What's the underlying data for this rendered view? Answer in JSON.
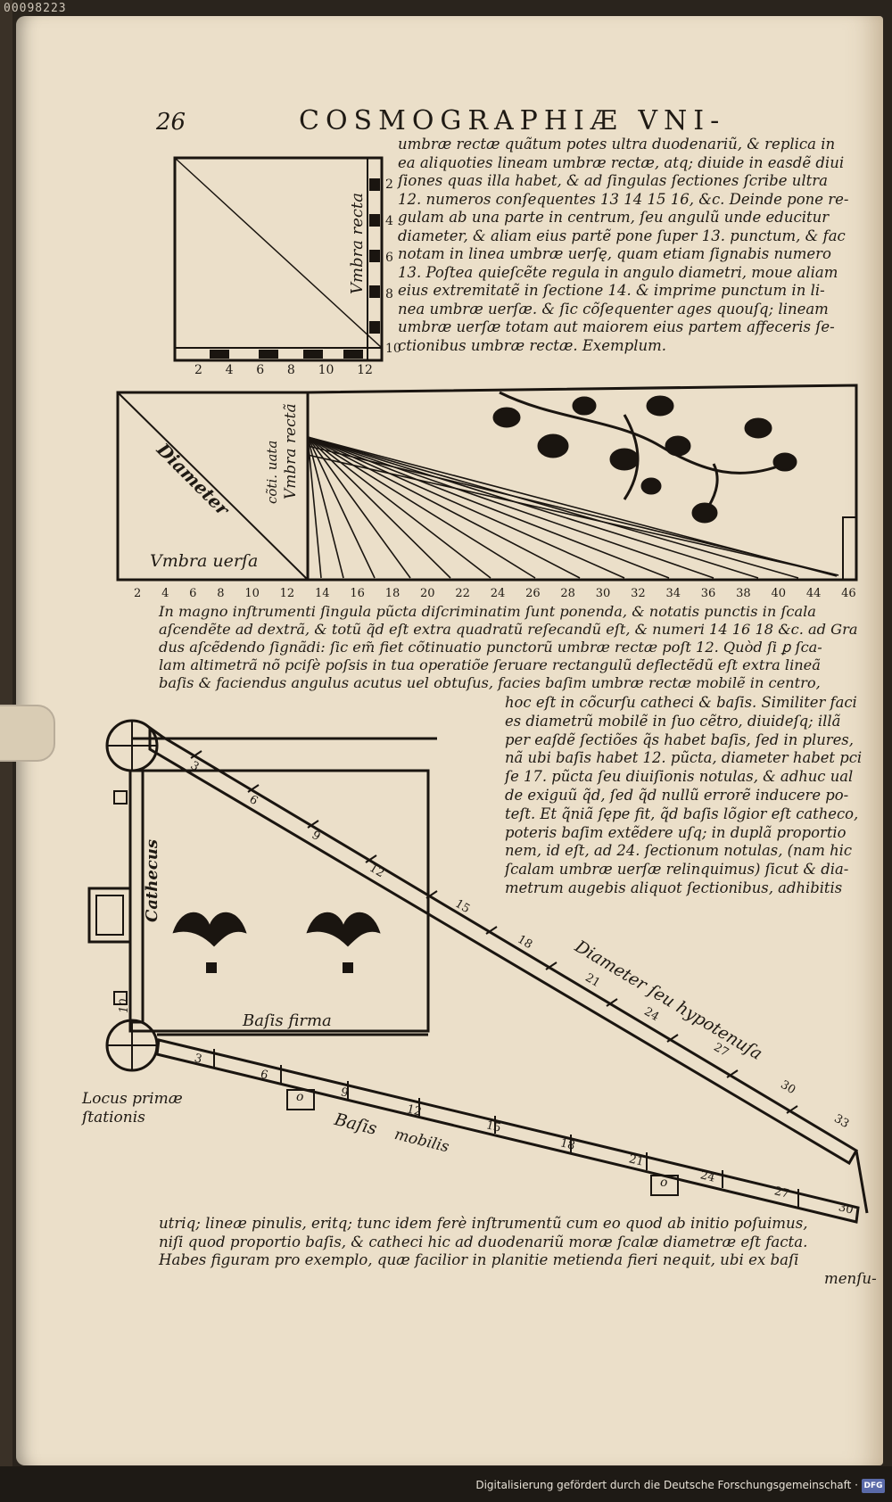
{
  "scan_id": "00098223",
  "page": {
    "folio": "26",
    "running_title": "COSMOGRAPHIÆ VNI-"
  },
  "fig1": {
    "label_side": "Vmbra recta",
    "bottom_numbers": [
      "2",
      "4",
      "6",
      "8",
      "10",
      "12"
    ]
  },
  "text1": {
    "line_numbers": [
      "2",
      "4",
      "6",
      "8",
      "10"
    ],
    "lines": [
      "umbræ rectæ quãtum potes ultra duodenariũ, & replica in",
      "ea aliquoties lineam umbræ rectæ, atq; diuide in easdẽ diui",
      "ſiones quas illa habet, & ad ſingulas ſectiones ſcribe ultra",
      "12. numeros conſequentes 13 14 15 16, &c. Deinde pone re-",
      "gulam ab una parte in centrum, ſeu angulũ unde educitur",
      "diameter, & aliam eius partẽ pone ſuper 13. punctum, & fac",
      "notam in linea umbræ uerſę, quam etiam ſignabis numero",
      "13. Poſtea quieſcẽte regula in angulo diametri, moue aliam",
      "eius extremitatẽ in ſectione 14. & imprime punctum in li-",
      "nea umbræ uerſæ. & ſic cõſequenter ages quouſq; lineam",
      "umbræ uerſæ totam aut maiorem eius partem affeceris ſe-",
      "ctionibus umbræ rectæ. Exemplum."
    ]
  },
  "fig2": {
    "label_diameter": "Diameter",
    "label_continuata_1": "Vmbra rectã",
    "label_continuata_2": "cõti. uata",
    "label_bottom": "Vmbra uerſa",
    "bottom_numbers": [
      "2",
      "4",
      "6",
      "8",
      "10",
      "12",
      "14",
      "16",
      "18",
      "20",
      "22",
      "24",
      "26",
      "28",
      "30",
      "32",
      "34",
      "36",
      "38",
      "40",
      "44",
      "46"
    ]
  },
  "text2": {
    "lines": [
      "In magno inſtrumenti ſingula pũcta diſcriminatim ſunt ponenda, & notatis punctis in ſcala",
      "aſcendẽte ad dextrã, & totũ q̃d eſt extra quadratũ reſecandũ eſt, & numeri 14 16 18 &c. ad Gra",
      "dus aſcẽdendo ſignãdi: ſic em̃ fiet cõtinuatio punctorũ umbræ rectæ poſt 12. Quòd ſi ꝑ ſca-",
      "lam altimetrã nõ pciſè poſsis in tua operatiõe ſeruare rectangulũ deflectẽdũ eſt extra lineã",
      "baſis & faciendus angulus acutus uel obtuſus, facies baſim umbræ rectæ mobilẽ in centro,"
    ]
  },
  "text3": {
    "lines": [
      "hoc eſt in cõcurſu catheci & baſis. Similiter faci",
      "es diametrũ mobilẽ in ſuo cẽtro, diuideſq; illã",
      "per eaſdẽ ſectiões q̃s habet baſis, ſed in plures,",
      "nã ubi baſis habet 12. pũcta, diameter habet pci",
      "ſe 17. pũcta ſeu diuiſionis notulas, & adhuc ual",
      "de exiguũ q̃d, ſed q̃d nullũ errorẽ inducere po-",
      "teſt. Et q̃niã ſępe fit, q̃d baſis lõgior eſt catheco,",
      "poteris baſim extẽdere uſq; in duplã proportio",
      "nem, id eſt, ad 24. ſectionum notulas, (nam hic",
      "ſcalam umbræ uerſæ relinquimus) ſicut & dia-",
      "metrum augebis aliquot ſectionibus, adhibitis"
    ]
  },
  "fig3": {
    "label_cathecus": "Cathecus",
    "label_basis_firma": "Baſis firma",
    "label_hypotenuse": "Diameter ſeu hypotenuſa",
    "label_basis_mobilis_1": "Baſis",
    "label_basis_mobilis_2": "mobilis",
    "label_locus_1": "Locus primæ",
    "label_locus_2": "ſtationis",
    "hyp_numbers": [
      "3",
      "6",
      "9",
      "12",
      "15",
      "18",
      "21",
      "24",
      "27",
      "30",
      "33"
    ],
    "base_numbers": [
      "3",
      "6",
      "9",
      "12",
      "15",
      "18",
      "21",
      "24",
      "27",
      "30"
    ],
    "cathecus_number": "10",
    "pinule_mark": "o"
  },
  "text4": {
    "lines": [
      "utriq; lineæ pinulis, eritq; tunc idem ferè inſtrumentũ cum eo quod ab initio poſuimus,",
      "niſi quod proportio baſis, & catheci hic ad duodenariũ moræ ſcalæ diametræ eſt facta.",
      "Habes figuram pro exemplo, quæ facilior in planitie metienda fieri nequit, ubi ex baſi",
      "menſu-"
    ]
  },
  "footer": {
    "credit": "Digitalisierung gefördert durch die Deutsche Forschungsgemeinschaft ·",
    "logo_text": "DFG"
  }
}
